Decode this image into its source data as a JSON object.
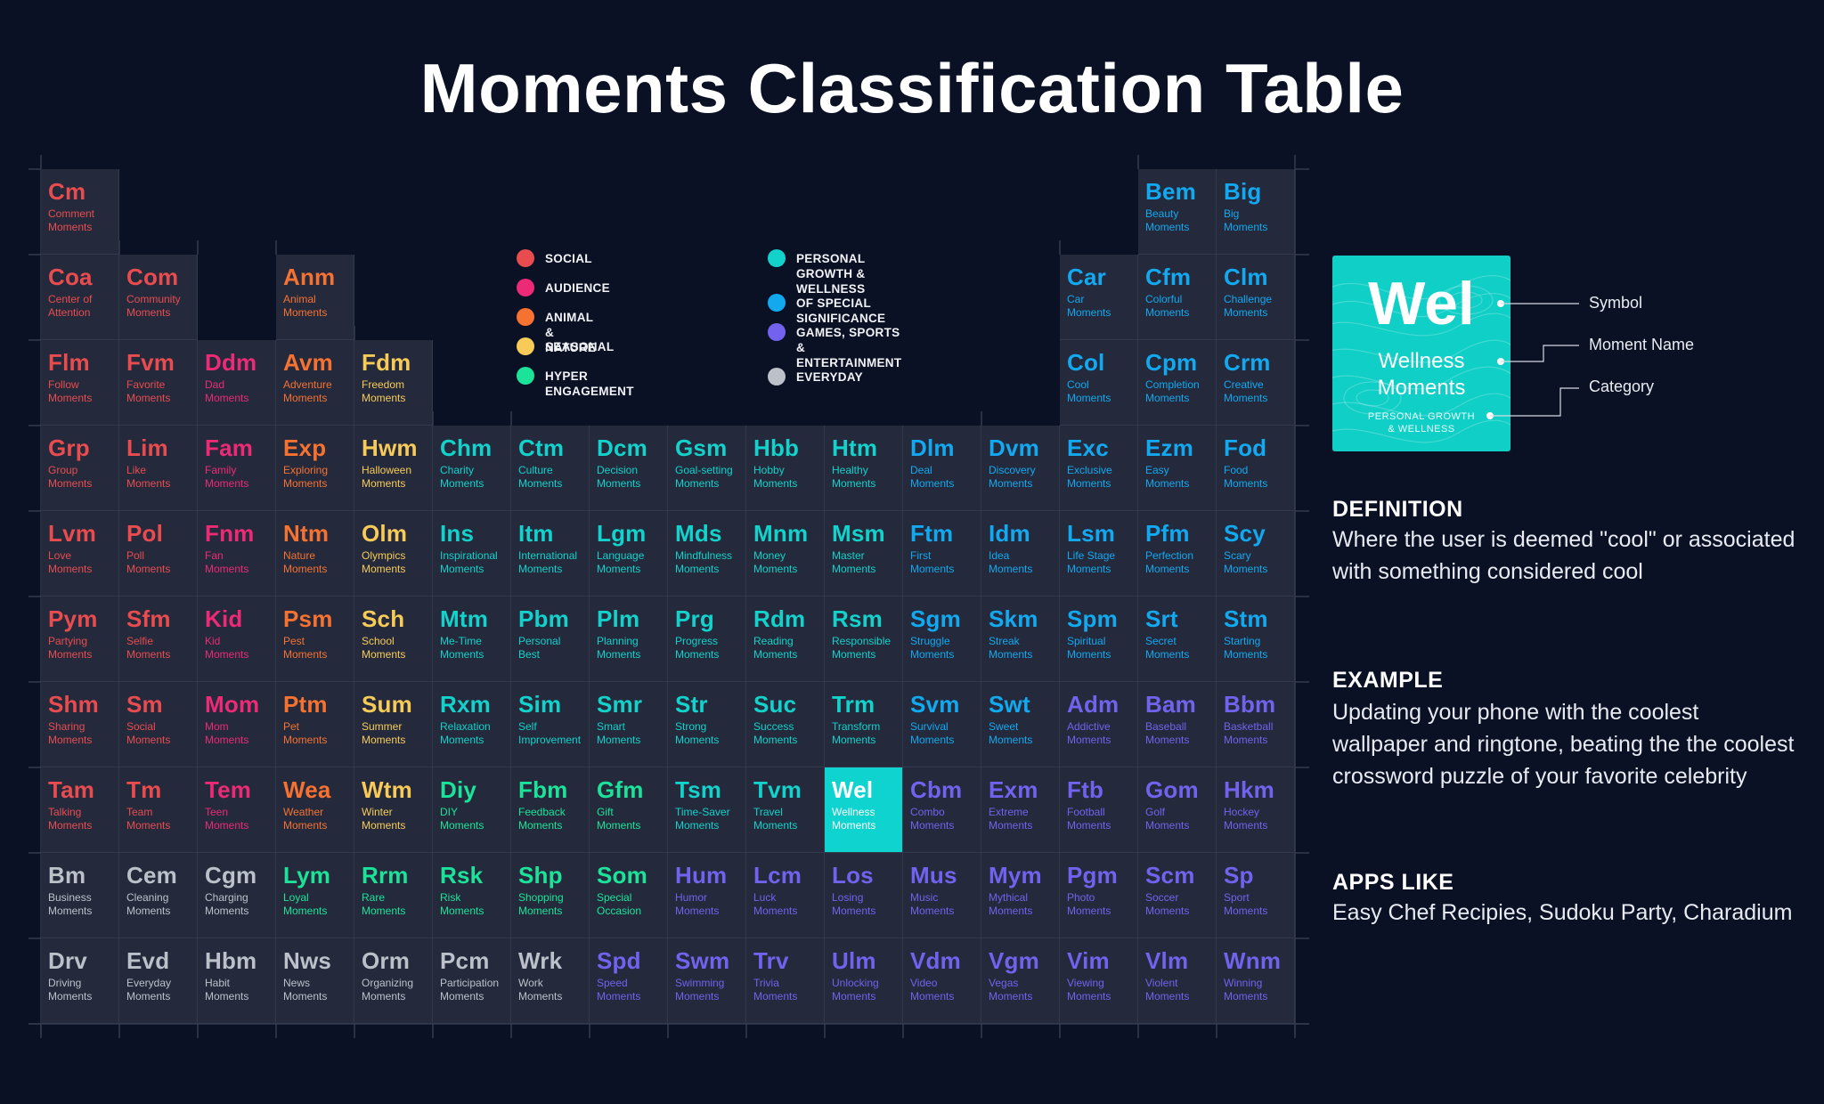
{
  "title": "Moments Classification Table",
  "colors": {
    "social": "#e84c4f",
    "audience": "#ec2a76",
    "animal_nature": "#f57231",
    "seasonal": "#f8cb58",
    "hyper": "#1ce39a",
    "personal": "#12d2cb",
    "special": "#12a9f1",
    "games": "#7262ee",
    "everyday": "#bcc0c9"
  },
  "legend": [
    {
      "label": "SOCIAL",
      "category": "social"
    },
    {
      "label": "AUDIENCE",
      "category": "audience"
    },
    {
      "label": "ANIMAL & NATURE",
      "category": "animal_nature"
    },
    {
      "label": "SEASONAL",
      "category": "seasonal"
    },
    {
      "label": "HYPER ENGAGEMENT",
      "category": "hyper"
    },
    {
      "label": "PERSONAL GROWTH &\nWELLNESS",
      "category": "personal"
    },
    {
      "label": "OF SPECIAL SIGNIFICANCE",
      "category": "special"
    },
    {
      "label": "GAMES, SPORTS &\nENTERTAINMENT",
      "category": "games"
    },
    {
      "label": "EVERYDAY",
      "category": "everyday"
    }
  ],
  "elements": [
    {
      "row": 0,
      "col": 0,
      "symbol": "Cm",
      "name": "Comment\nMoments",
      "category": "social"
    },
    {
      "row": 0,
      "col": 14,
      "symbol": "Bem",
      "name": "Beauty\nMoments",
      "category": "special"
    },
    {
      "row": 0,
      "col": 15,
      "symbol": "Big",
      "name": "Big\nMoments",
      "category": "special"
    },
    {
      "row": 1,
      "col": 0,
      "symbol": "Coa",
      "name": "Center of\nAttention",
      "category": "social"
    },
    {
      "row": 1,
      "col": 1,
      "symbol": "Com",
      "name": "Community\nMoments",
      "category": "social"
    },
    {
      "row": 1,
      "col": 3,
      "symbol": "Anm",
      "name": "Animal\nMoments",
      "category": "animal_nature"
    },
    {
      "row": 1,
      "col": 13,
      "symbol": "Car",
      "name": "Car\nMoments",
      "category": "special"
    },
    {
      "row": 1,
      "col": 14,
      "symbol": "Cfm",
      "name": "Colorful\nMoments",
      "category": "special"
    },
    {
      "row": 1,
      "col": 15,
      "symbol": "Clm",
      "name": "Challenge\nMoments",
      "category": "special"
    },
    {
      "row": 2,
      "col": 0,
      "symbol": "Flm",
      "name": "Follow\nMoments",
      "category": "social"
    },
    {
      "row": 2,
      "col": 1,
      "symbol": "Fvm",
      "name": "Favorite\nMoments",
      "category": "social"
    },
    {
      "row": 2,
      "col": 2,
      "symbol": "Ddm",
      "name": "Dad\nMoments",
      "category": "audience"
    },
    {
      "row": 2,
      "col": 3,
      "symbol": "Avm",
      "name": "Adventure\nMoments",
      "category": "animal_nature"
    },
    {
      "row": 2,
      "col": 4,
      "symbol": "Fdm",
      "name": "Freedom\nMoments",
      "category": "seasonal"
    },
    {
      "row": 2,
      "col": 13,
      "symbol": "Col",
      "name": "Cool\nMoments",
      "category": "special"
    },
    {
      "row": 2,
      "col": 14,
      "symbol": "Cpm",
      "name": "Completion\nMoments",
      "category": "special"
    },
    {
      "row": 2,
      "col": 15,
      "symbol": "Crm",
      "name": "Creative\nMoments",
      "category": "special"
    },
    {
      "row": 3,
      "col": 0,
      "symbol": "Grp",
      "name": "Group\nMoments",
      "category": "social"
    },
    {
      "row": 3,
      "col": 1,
      "symbol": "Lim",
      "name": "Like\nMoments",
      "category": "social"
    },
    {
      "row": 3,
      "col": 2,
      "symbol": "Fam",
      "name": "Family\nMoments",
      "category": "audience"
    },
    {
      "row": 3,
      "col": 3,
      "symbol": "Exp",
      "name": "Exploring\nMoments",
      "category": "animal_nature"
    },
    {
      "row": 3,
      "col": 4,
      "symbol": "Hwm",
      "name": "Halloween\nMoments",
      "category": "seasonal"
    },
    {
      "row": 3,
      "col": 5,
      "symbol": "Chm",
      "name": "Charity\nMoments",
      "category": "personal"
    },
    {
      "row": 3,
      "col": 6,
      "symbol": "Ctm",
      "name": "Culture\nMoments",
      "category": "personal"
    },
    {
      "row": 3,
      "col": 7,
      "symbol": "Dcm",
      "name": "Decision\nMoments",
      "category": "personal"
    },
    {
      "row": 3,
      "col": 8,
      "symbol": "Gsm",
      "name": "Goal-setting\nMoments",
      "category": "personal"
    },
    {
      "row": 3,
      "col": 9,
      "symbol": "Hbb",
      "name": "Hobby\nMoments",
      "category": "personal"
    },
    {
      "row": 3,
      "col": 10,
      "symbol": "Htm",
      "name": "Healthy\nMoments",
      "category": "personal"
    },
    {
      "row": 3,
      "col": 11,
      "symbol": "Dlm",
      "name": "Deal\nMoments",
      "category": "special"
    },
    {
      "row": 3,
      "col": 12,
      "symbol": "Dvm",
      "name": "Discovery\nMoments",
      "category": "special"
    },
    {
      "row": 3,
      "col": 13,
      "symbol": "Exc",
      "name": "Exclusive\nMoments",
      "category": "special"
    },
    {
      "row": 3,
      "col": 14,
      "symbol": "Ezm",
      "name": "Easy\nMoments",
      "category": "special"
    },
    {
      "row": 3,
      "col": 15,
      "symbol": "Fod",
      "name": "Food\nMoments",
      "category": "special"
    },
    {
      "row": 4,
      "col": 0,
      "symbol": "Lvm",
      "name": "Love\nMoments",
      "category": "social"
    },
    {
      "row": 4,
      "col": 1,
      "symbol": "Pol",
      "name": "Poll\nMoments",
      "category": "social"
    },
    {
      "row": 4,
      "col": 2,
      "symbol": "Fnm",
      "name": "Fan\nMoments",
      "category": "audience"
    },
    {
      "row": 4,
      "col": 3,
      "symbol": "Ntm",
      "name": "Nature\nMoments",
      "category": "animal_nature"
    },
    {
      "row": 4,
      "col": 4,
      "symbol": "Olm",
      "name": "Olympics\nMoments",
      "category": "seasonal"
    },
    {
      "row": 4,
      "col": 5,
      "symbol": "Ins",
      "name": "Inspirational\nMoments",
      "category": "personal"
    },
    {
      "row": 4,
      "col": 6,
      "symbol": "Itm",
      "name": "International\nMoments",
      "category": "personal"
    },
    {
      "row": 4,
      "col": 7,
      "symbol": "Lgm",
      "name": "Language\nMoments",
      "category": "personal"
    },
    {
      "row": 4,
      "col": 8,
      "symbol": "Mds",
      "name": "Mindfulness\nMoments",
      "category": "personal"
    },
    {
      "row": 4,
      "col": 9,
      "symbol": "Mnm",
      "name": "Money\nMoments",
      "category": "personal"
    },
    {
      "row": 4,
      "col": 10,
      "symbol": "Msm",
      "name": "Master\nMoments",
      "category": "personal"
    },
    {
      "row": 4,
      "col": 11,
      "symbol": "Ftm",
      "name": "First\nMoments",
      "category": "special"
    },
    {
      "row": 4,
      "col": 12,
      "symbol": "Idm",
      "name": "Idea\nMoments",
      "category": "special"
    },
    {
      "row": 4,
      "col": 13,
      "symbol": "Lsm",
      "name": "Life Stage\nMoments",
      "category": "special"
    },
    {
      "row": 4,
      "col": 14,
      "symbol": "Pfm",
      "name": "Perfection\nMoments",
      "category": "special"
    },
    {
      "row": 4,
      "col": 15,
      "symbol": "Scy",
      "name": "Scary\nMoments",
      "category": "special"
    },
    {
      "row": 5,
      "col": 0,
      "symbol": "Pym",
      "name": "Partying\nMoments",
      "category": "social"
    },
    {
      "row": 5,
      "col": 1,
      "symbol": "Sfm",
      "name": "Selfie\nMoments",
      "category": "social"
    },
    {
      "row": 5,
      "col": 2,
      "symbol": "Kid",
      "name": "Kid\nMoments",
      "category": "audience"
    },
    {
      "row": 5,
      "col": 3,
      "symbol": "Psm",
      "name": "Pest\nMoments",
      "category": "animal_nature"
    },
    {
      "row": 5,
      "col": 4,
      "symbol": "Sch",
      "name": "School\nMoments",
      "category": "seasonal"
    },
    {
      "row": 5,
      "col": 5,
      "symbol": "Mtm",
      "name": "Me-Time\nMoments",
      "category": "personal"
    },
    {
      "row": 5,
      "col": 6,
      "symbol": "Pbm",
      "name": "Personal\nBest",
      "category": "personal"
    },
    {
      "row": 5,
      "col": 7,
      "symbol": "Plm",
      "name": "Planning\nMoments",
      "category": "personal"
    },
    {
      "row": 5,
      "col": 8,
      "symbol": "Prg",
      "name": "Progress\nMoments",
      "category": "personal"
    },
    {
      "row": 5,
      "col": 9,
      "symbol": "Rdm",
      "name": "Reading\nMoments",
      "category": "personal"
    },
    {
      "row": 5,
      "col": 10,
      "symbol": "Rsm",
      "name": "Responsible\nMoments",
      "category": "personal"
    },
    {
      "row": 5,
      "col": 11,
      "symbol": "Sgm",
      "name": "Struggle\nMoments",
      "category": "special"
    },
    {
      "row": 5,
      "col": 12,
      "symbol": "Skm",
      "name": "Streak\nMoments",
      "category": "special"
    },
    {
      "row": 5,
      "col": 13,
      "symbol": "Spm",
      "name": "Spiritual\nMoments",
      "category": "special"
    },
    {
      "row": 5,
      "col": 14,
      "symbol": "Srt",
      "name": "Secret\nMoments",
      "category": "special"
    },
    {
      "row": 5,
      "col": 15,
      "symbol": "Stm",
      "name": "Starting\nMoments",
      "category": "special"
    },
    {
      "row": 6,
      "col": 0,
      "symbol": "Shm",
      "name": "Sharing\nMoments",
      "category": "social"
    },
    {
      "row": 6,
      "col": 1,
      "symbol": "Sm",
      "name": "Social\nMoments",
      "category": "social"
    },
    {
      "row": 6,
      "col": 2,
      "symbol": "Mom",
      "name": "Mom\nMoments",
      "category": "audience"
    },
    {
      "row": 6,
      "col": 3,
      "symbol": "Ptm",
      "name": "Pet\nMoments",
      "category": "animal_nature"
    },
    {
      "row": 6,
      "col": 4,
      "symbol": "Sum",
      "name": "Summer\nMoments",
      "category": "seasonal"
    },
    {
      "row": 6,
      "col": 5,
      "symbol": "Rxm",
      "name": "Relaxation\nMoments",
      "category": "personal"
    },
    {
      "row": 6,
      "col": 6,
      "symbol": "Sim",
      "name": "Self\nImprovement",
      "category": "personal"
    },
    {
      "row": 6,
      "col": 7,
      "symbol": "Smr",
      "name": "Smart\nMoments",
      "category": "personal"
    },
    {
      "row": 6,
      "col": 8,
      "symbol": "Str",
      "name": "Strong\nMoments",
      "category": "personal"
    },
    {
      "row": 6,
      "col": 9,
      "symbol": "Suc",
      "name": "Success\nMoments",
      "category": "personal"
    },
    {
      "row": 6,
      "col": 10,
      "symbol": "Trm",
      "name": "Transform\nMoments",
      "category": "personal"
    },
    {
      "row": 6,
      "col": 11,
      "symbol": "Svm",
      "name": "Survival\nMoments",
      "category": "special"
    },
    {
      "row": 6,
      "col": 12,
      "symbol": "Swt",
      "name": "Sweet\nMoments",
      "category": "special"
    },
    {
      "row": 6,
      "col": 13,
      "symbol": "Adm",
      "name": "Addictive\nMoments",
      "category": "games"
    },
    {
      "row": 6,
      "col": 14,
      "symbol": "Bam",
      "name": "Baseball\nMoments",
      "category": "games"
    },
    {
      "row": 6,
      "col": 15,
      "symbol": "Bbm",
      "name": "Basketball\nMoments",
      "category": "games"
    },
    {
      "row": 7,
      "col": 0,
      "symbol": "Tam",
      "name": "Talking\nMoments",
      "category": "social"
    },
    {
      "row": 7,
      "col": 1,
      "symbol": "Tm",
      "name": "Team\nMoments",
      "category": "social"
    },
    {
      "row": 7,
      "col": 2,
      "symbol": "Tem",
      "name": "Teen\nMoments",
      "category": "audience"
    },
    {
      "row": 7,
      "col": 3,
      "symbol": "Wea",
      "name": "Weather\nMoments",
      "category": "animal_nature"
    },
    {
      "row": 7,
      "col": 4,
      "symbol": "Wtm",
      "name": "Winter\nMoments",
      "category": "seasonal"
    },
    {
      "row": 7,
      "col": 5,
      "symbol": "Diy",
      "name": "DIY\nMoments",
      "category": "hyper"
    },
    {
      "row": 7,
      "col": 6,
      "symbol": "Fbm",
      "name": "Feedback\nMoments",
      "category": "hyper"
    },
    {
      "row": 7,
      "col": 7,
      "symbol": "Gfm",
      "name": "Gift\nMoments",
      "category": "hyper"
    },
    {
      "row": 7,
      "col": 8,
      "symbol": "Tsm",
      "name": "Time-Saver\nMoments",
      "category": "personal"
    },
    {
      "row": 7,
      "col": 9,
      "symbol": "Tvm",
      "name": "Travel\nMoments",
      "category": "personal"
    },
    {
      "row": 7,
      "col": 10,
      "symbol": "Wel",
      "name": "Wellness\nMoments",
      "category": "personal",
      "selected": true
    },
    {
      "row": 7,
      "col": 11,
      "symbol": "Cbm",
      "name": "Combo\nMoments",
      "category": "games"
    },
    {
      "row": 7,
      "col": 12,
      "symbol": "Exm",
      "name": "Extreme\nMoments",
      "category": "games"
    },
    {
      "row": 7,
      "col": 13,
      "symbol": "Ftb",
      "name": "Football\nMoments",
      "category": "games"
    },
    {
      "row": 7,
      "col": 14,
      "symbol": "Gom",
      "name": "Golf\nMoments",
      "category": "games"
    },
    {
      "row": 7,
      "col": 15,
      "symbol": "Hkm",
      "name": "Hockey\nMoments",
      "category": "games"
    },
    {
      "row": 8,
      "col": 0,
      "symbol": "Bm",
      "name": "Business\nMoments",
      "category": "everyday"
    },
    {
      "row": 8,
      "col": 1,
      "symbol": "Cem",
      "name": "Cleaning\nMoments",
      "category": "everyday"
    },
    {
      "row": 8,
      "col": 2,
      "symbol": "Cgm",
      "name": "Charging\nMoments",
      "category": "everyday"
    },
    {
      "row": 8,
      "col": 3,
      "symbol": "Lym",
      "name": "Loyal\nMoments",
      "category": "hyper"
    },
    {
      "row": 8,
      "col": 4,
      "symbol": "Rrm",
      "name": "Rare\nMoments",
      "category": "hyper"
    },
    {
      "row": 8,
      "col": 5,
      "symbol": "Rsk",
      "name": "Risk\nMoments",
      "category": "hyper"
    },
    {
      "row": 8,
      "col": 6,
      "symbol": "Shp",
      "name": "Shopping\nMoments",
      "category": "hyper"
    },
    {
      "row": 8,
      "col": 7,
      "symbol": "Som",
      "name": "Special\nOccasion",
      "category": "hyper"
    },
    {
      "row": 8,
      "col": 8,
      "symbol": "Hum",
      "name": "Humor\nMoments",
      "category": "games"
    },
    {
      "row": 8,
      "col": 9,
      "symbol": "Lcm",
      "name": "Luck\nMoments",
      "category": "games"
    },
    {
      "row": 8,
      "col": 10,
      "symbol": "Los",
      "name": "Losing\nMoments",
      "category": "games"
    },
    {
      "row": 8,
      "col": 11,
      "symbol": "Mus",
      "name": "Music\nMoments",
      "category": "games"
    },
    {
      "row": 8,
      "col": 12,
      "symbol": "Mym",
      "name": "Mythical\nMoments",
      "category": "games"
    },
    {
      "row": 8,
      "col": 13,
      "symbol": "Pgm",
      "name": "Photo\nMoments",
      "category": "games"
    },
    {
      "row": 8,
      "col": 14,
      "symbol": "Scm",
      "name": "Soccer\nMoments",
      "category": "games"
    },
    {
      "row": 8,
      "col": 15,
      "symbol": "Sp",
      "name": "Sport\nMoments",
      "category": "games"
    },
    {
      "row": 9,
      "col": 0,
      "symbol": "Drv",
      "name": "Driving\nMoments",
      "category": "everyday"
    },
    {
      "row": 9,
      "col": 1,
      "symbol": "Evd",
      "name": "Everyday\nMoments",
      "category": "everyday"
    },
    {
      "row": 9,
      "col": 2,
      "symbol": "Hbm",
      "name": "Habit\nMoments",
      "category": "everyday"
    },
    {
      "row": 9,
      "col": 3,
      "symbol": "Nws",
      "name": "News\nMoments",
      "category": "everyday"
    },
    {
      "row": 9,
      "col": 4,
      "symbol": "Orm",
      "name": "Organizing\nMoments",
      "category": "everyday"
    },
    {
      "row": 9,
      "col": 5,
      "symbol": "Pcm",
      "name": "Participation\nMoments",
      "category": "everyday"
    },
    {
      "row": 9,
      "col": 6,
      "symbol": "Wrk",
      "name": "Work\nMoments",
      "category": "everyday"
    },
    {
      "row": 9,
      "col": 7,
      "symbol": "Spd",
      "name": "Speed\nMoments",
      "category": "games"
    },
    {
      "row": 9,
      "col": 8,
      "symbol": "Swm",
      "name": "Swimming\nMoments",
      "category": "games"
    },
    {
      "row": 9,
      "col": 9,
      "symbol": "Trv",
      "name": "Trivia\nMoments",
      "category": "games"
    },
    {
      "row": 9,
      "col": 10,
      "symbol": "Ulm",
      "name": "Unlocking\nMoments",
      "category": "games"
    },
    {
      "row": 9,
      "col": 11,
      "symbol": "Vdm",
      "name": "Video\nMoments",
      "category": "games"
    },
    {
      "row": 9,
      "col": 12,
      "symbol": "Vgm",
      "name": "Vegas\nMoments",
      "category": "games"
    },
    {
      "row": 9,
      "col": 13,
      "symbol": "Vim",
      "name": "Viewing\nMoments",
      "category": "games"
    },
    {
      "row": 9,
      "col": 14,
      "symbol": "Vlm",
      "name": "Violent\nMoments",
      "category": "games"
    },
    {
      "row": 9,
      "col": 15,
      "symbol": "Wnm",
      "name": "Winning\nMoments",
      "category": "games"
    }
  ],
  "key_card": {
    "symbol": "Wel",
    "name": "Wellness\nMoments",
    "category": "PERSONAL GROWTH\n& WELLNESS",
    "labels": {
      "symbol": "Symbol",
      "name": "Moment Name",
      "category": "Category"
    }
  },
  "definition": {
    "heading": "DEFINITION",
    "text": "Where the user is deemed \"cool\" or associated with something considered cool"
  },
  "example": {
    "heading": "EXAMPLE",
    "text": "Updating your phone with the coolest wallpaper and ringtone, beating the the coolest crossword puzzle of your favorite celebrity"
  },
  "apps_like": {
    "heading": "APPS LIKE",
    "text": "Easy Chef Recipies, Sudoku Party, Charadium"
  }
}
